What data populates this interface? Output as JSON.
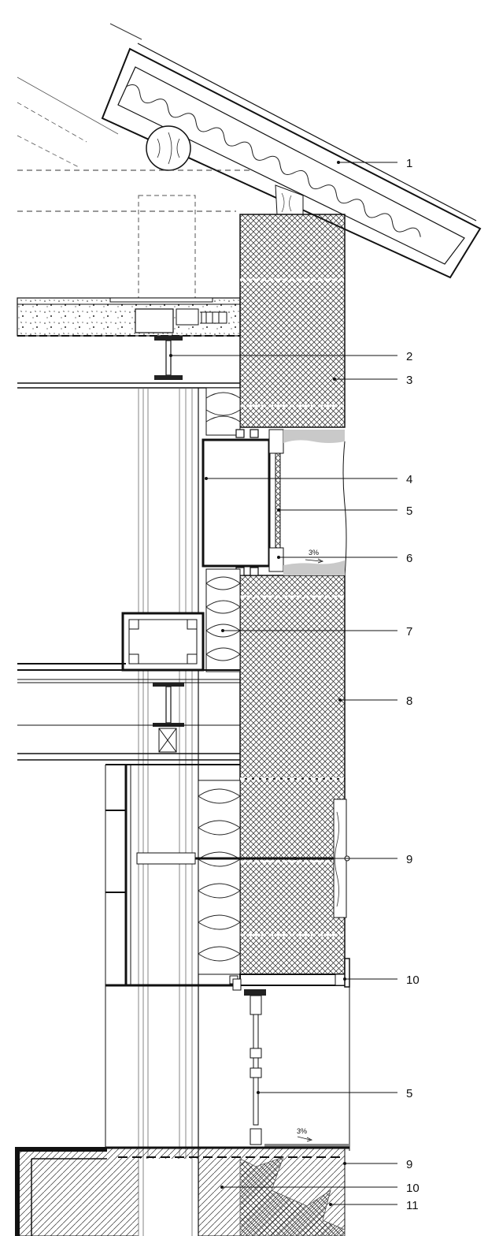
{
  "callouts": [
    {
      "id": "c1",
      "label": "1"
    },
    {
      "id": "c2",
      "label": "2"
    },
    {
      "id": "c3",
      "label": "3"
    },
    {
      "id": "c4",
      "label": "4"
    },
    {
      "id": "c5a",
      "label": "5"
    },
    {
      "id": "c6",
      "label": "6"
    },
    {
      "id": "c7",
      "label": "7"
    },
    {
      "id": "c8",
      "label": "8"
    },
    {
      "id": "c9a",
      "label": "9"
    },
    {
      "id": "c10a",
      "label": "10"
    },
    {
      "id": "c5b",
      "label": "5"
    },
    {
      "id": "c9b",
      "label": "9"
    },
    {
      "id": "c10b",
      "label": "10"
    },
    {
      "id": "c11",
      "label": "11"
    }
  ],
  "slope_labels": {
    "upper": "3%",
    "lower": "3%"
  }
}
